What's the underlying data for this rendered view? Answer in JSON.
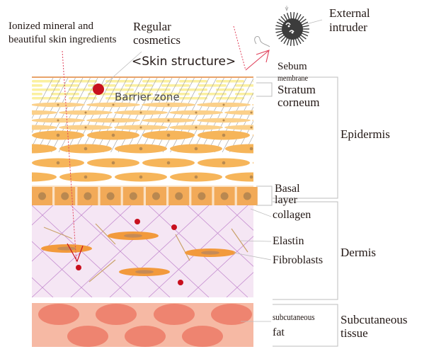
{
  "title": "<Skin structure>",
  "labels": {
    "ionized_line1": "Ionized mineral and",
    "ionized_line2": "beautiful skin ingredients",
    "regular_line1": "Regular",
    "regular_line2": "cosmetics",
    "external_line1": "External",
    "external_line2": "intruder",
    "barrier_zone": "Barrier zone",
    "sebum_line1": "Sebum",
    "sebum_line2": "membrane",
    "stratum_line1": "Stratum",
    "stratum_line2": "corneum",
    "epidermis": "Epidermis",
    "basal_line1": "Basal",
    "basal_line2": "layer",
    "collagen": "collagen",
    "elastin": "Elastin",
    "fibroblasts": "Fibroblasts",
    "dermis": "Dermis",
    "subcut_fat_line1": "subcutaneous",
    "subcut_fat_line2": "fat",
    "subcut_tissue_line1": "Subcutaneous",
    "subcut_tissue_line2": "tissue"
  },
  "colors": {
    "sebum_line": "#e8a36a",
    "stratum_yellow": "#fbf0a0",
    "cell_light": "#fbd08a",
    "cell": "#f6b55a",
    "cell_nucleus": "#b88a50",
    "basal_bg": "#fbe2c4",
    "basal_cell": "#f2aa58",
    "basal_nucleus": "#b98850",
    "dermis_bg": "#f5e6f4",
    "collagen_line": "#c58ed0",
    "elastin_line": "#c9a26a",
    "fibroblast": "#f29a3c",
    "fibroblast_nucleus": "#c68a56",
    "red_particle": "#c8101e",
    "fat_bg": "#f6b9a4",
    "fat_cell": "#ee8470",
    "arrow_pink": "#e0405a",
    "leader_gray": "#bdbdbd",
    "intruder": "#3c3c3c"
  },
  "icons": {
    "intruder": "germ-icon"
  }
}
